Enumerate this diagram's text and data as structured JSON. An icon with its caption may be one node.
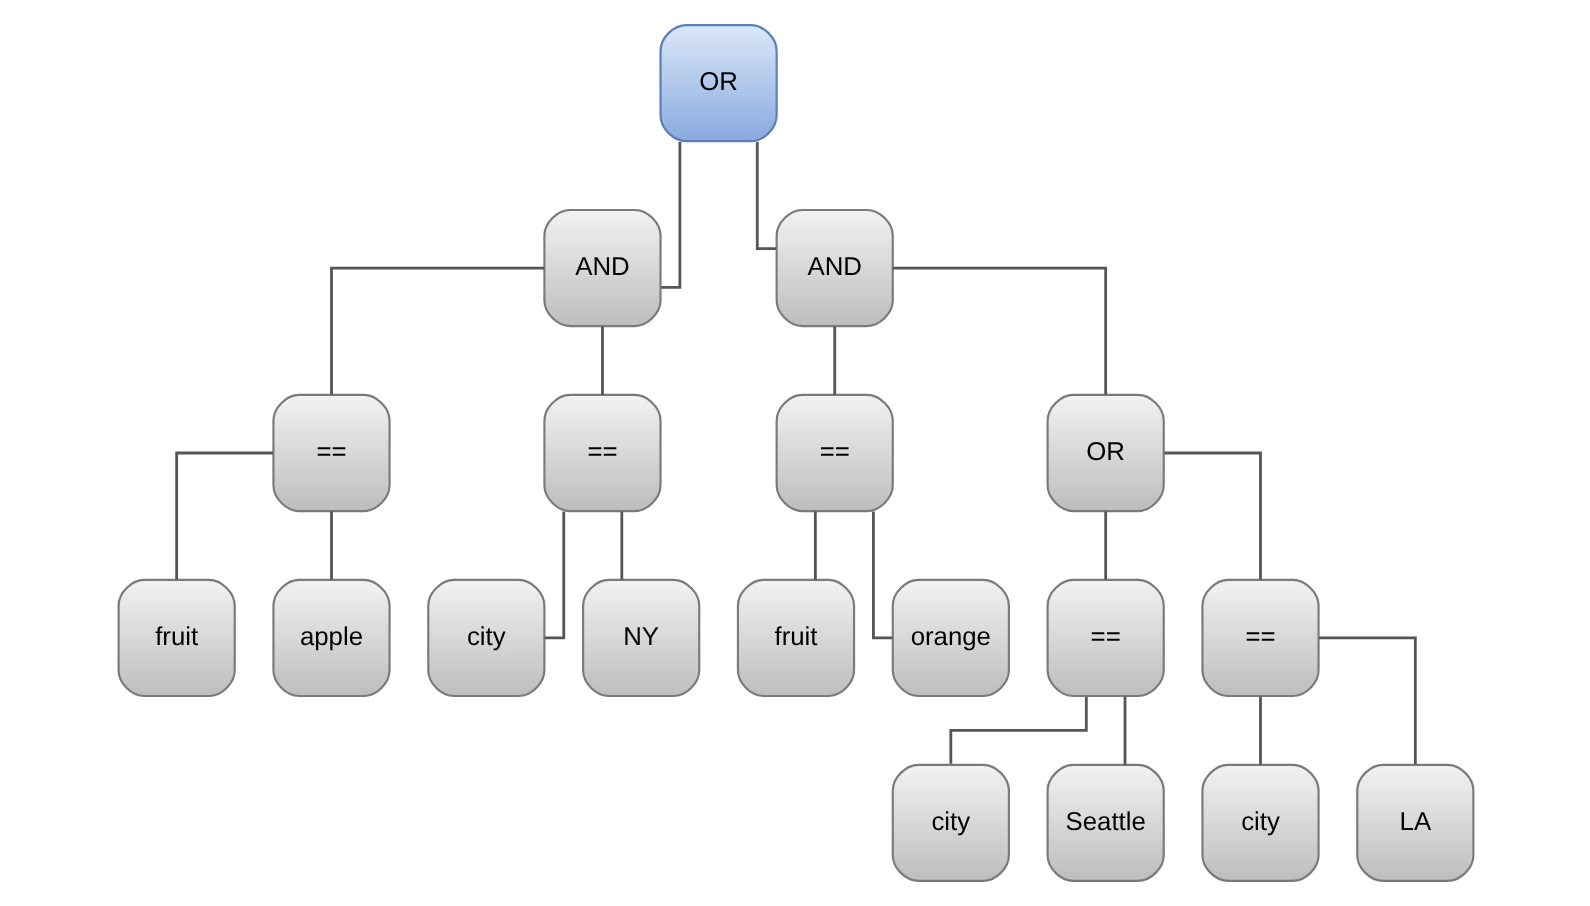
{
  "diagram": {
    "nodes": [
      {
        "text": [
          "OR"
        ]
      },
      {
        "text": [
          "AND"
        ]
      },
      {
        "text": [
          "AND"
        ]
      },
      {
        "text": [
          "=="
        ]
      },
      {
        "text": [
          "=="
        ]
      },
      {
        "text": [
          "=="
        ]
      },
      {
        "text": [
          "OR"
        ]
      },
      {
        "text": [
          "fruit"
        ]
      },
      {
        "text": [
          "apple"
        ]
      },
      {
        "text": [
          "city"
        ]
      },
      {
        "text": [
          "NY"
        ]
      },
      {
        "text": [
          "fruit"
        ]
      },
      {
        "text": [
          "orange"
        ]
      },
      {
        "text": [
          "=="
        ]
      },
      {
        "text": [
          "=="
        ]
      },
      {
        "text": [
          "city"
        ]
      },
      {
        "text": [
          "Seattle"
        ]
      },
      {
        "text": [
          "city"
        ]
      },
      {
        "text": [
          "LA"
        ]
      }
    ],
    "edges": [
      {
        "from": 0,
        "to": 1,
        "arrow": "none"
      },
      {
        "from": 0,
        "to": 2,
        "arrow": "none"
      },
      {
        "from": 1,
        "to": 3,
        "arrow": "none"
      },
      {
        "from": 1,
        "to": 4,
        "arrow": "none"
      },
      {
        "from": 2,
        "to": 5,
        "arrow": "none"
      },
      {
        "from": 2,
        "to": 6,
        "arrow": "none"
      },
      {
        "from": 3,
        "to": 7,
        "arrow": "none"
      },
      {
        "from": 3,
        "to": 8,
        "arrow": "none"
      },
      {
        "from": 4,
        "to": 9,
        "arrow": "none"
      },
      {
        "from": 4,
        "to": 10,
        "arrow": "none"
      },
      {
        "from": 5,
        "to": 11,
        "arrow": "none"
      },
      {
        "from": 5,
        "to": 12,
        "arrow": "none"
      },
      {
        "from": 6,
        "to": 13,
        "arrow": "none"
      },
      {
        "from": 6,
        "to": 14,
        "arrow": "none"
      },
      {
        "from": 13,
        "to": 15,
        "arrow": "none"
      },
      {
        "from": 13,
        "to": 16,
        "arrow": "none"
      },
      {
        "from": 14,
        "to": 17,
        "arrow": "none"
      },
      {
        "from": 14,
        "to": 18,
        "arrow": "none"
      }
    ]
  }
}
